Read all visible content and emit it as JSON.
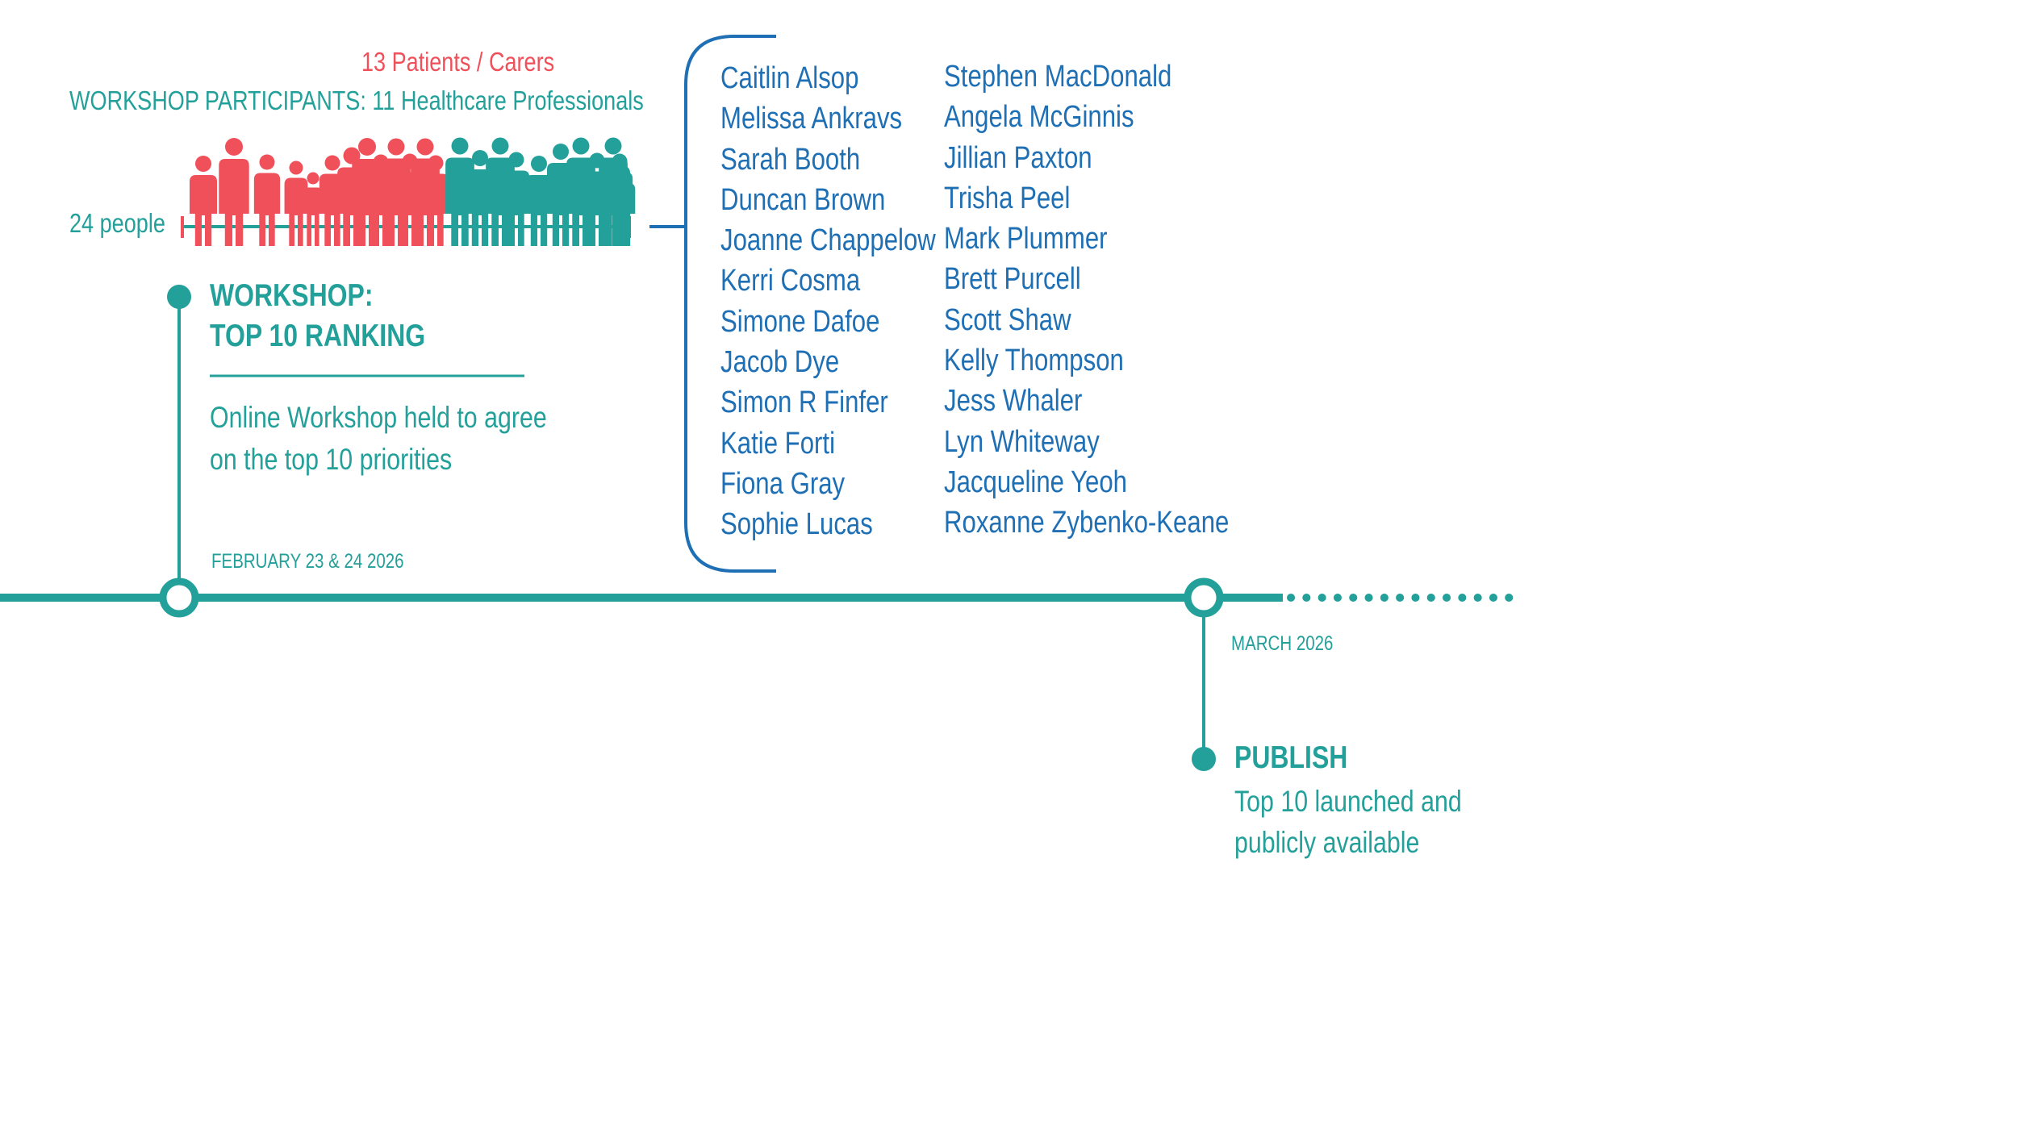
{
  "colors": {
    "teal": "#23a09a",
    "coral": "#f0505a",
    "blue": "#1f6fb5"
  },
  "participants": {
    "patients_label": "13 Patients / Carers",
    "title": "WORKSHOP PARTICIPANTS: 11 Healthcare Professionals",
    "people_label": "24 people",
    "patients_count": 13,
    "professionals_count": 11
  },
  "workshop": {
    "heading_line1": "WORKSHOP:",
    "heading_line2": "TOP 10 RANKING",
    "desc_line1": "Online Workshop held to agree",
    "desc_line2": "on the top 10 priorities",
    "date": "FEBRUARY 23 & 24 2026"
  },
  "publish": {
    "date": "MARCH 2026",
    "heading": "PUBLISH",
    "desc_line1": "Top 10 launched and",
    "desc_line2": "publicly available"
  },
  "names": {
    "col1": [
      "Caitlin Alsop",
      "Melissa Ankravs",
      "Sarah Booth",
      "Duncan Brown",
      "Joanne Chappelow",
      "Kerri Cosma",
      "Simone Dafoe",
      "Jacob Dye",
      "Simon R Finfer",
      "Katie Forti",
      "Fiona Gray",
      "Sophie Lucas"
    ],
    "col2": [
      "Stephen MacDonald",
      "Angela McGinnis",
      "Jillian Paxton",
      "Trisha Peel",
      "Mark Plummer",
      "Brett Purcell",
      "Scott Shaw",
      "Kelly Thompson",
      "Jess Whaler",
      "Lyn Whiteway",
      "Jacqueline Yeoh",
      "Roxanne Zybenko-Keane"
    ]
  }
}
